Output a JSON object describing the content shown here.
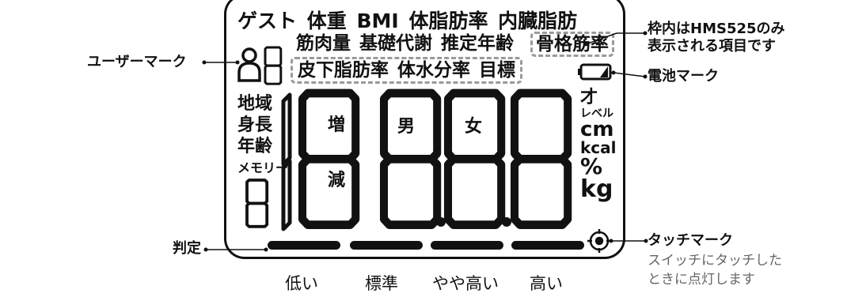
{
  "lcd": {
    "row1": [
      "ゲスト",
      "体重",
      "BMI",
      "体脂肪率",
      "内臓脂肪"
    ],
    "row2": [
      "筋肉量",
      "基礎代謝",
      "推定年齢"
    ],
    "row2_boxed": "骨格筋率",
    "row3_boxed": [
      "皮下脂肪率",
      "体水分率",
      "目標"
    ],
    "left_labels": [
      "地域",
      "身長",
      "年齢",
      "メモリー"
    ],
    "digit_inner": {
      "increase": "増",
      "decrease": "減",
      "male": "男",
      "female": "女"
    },
    "units": [
      "才",
      "レベル",
      "cm",
      "kcal",
      "%",
      "kg"
    ],
    "scale_labels": [
      "低い",
      "標準",
      "やや高い",
      "高い"
    ]
  },
  "annotations": {
    "user_mark": "ユーザーマーク",
    "judgement": "判定",
    "hms_note": [
      "枠内はHMS525のみ",
      "表示される項目です"
    ],
    "battery_mark": "電池マーク",
    "touch_mark": "タッチマーク",
    "touch_note": [
      "スイッチにタッチした",
      "ときに点灯します"
    ]
  },
  "icons": [
    "user-icon",
    "battery-icon",
    "touch-icon"
  ]
}
